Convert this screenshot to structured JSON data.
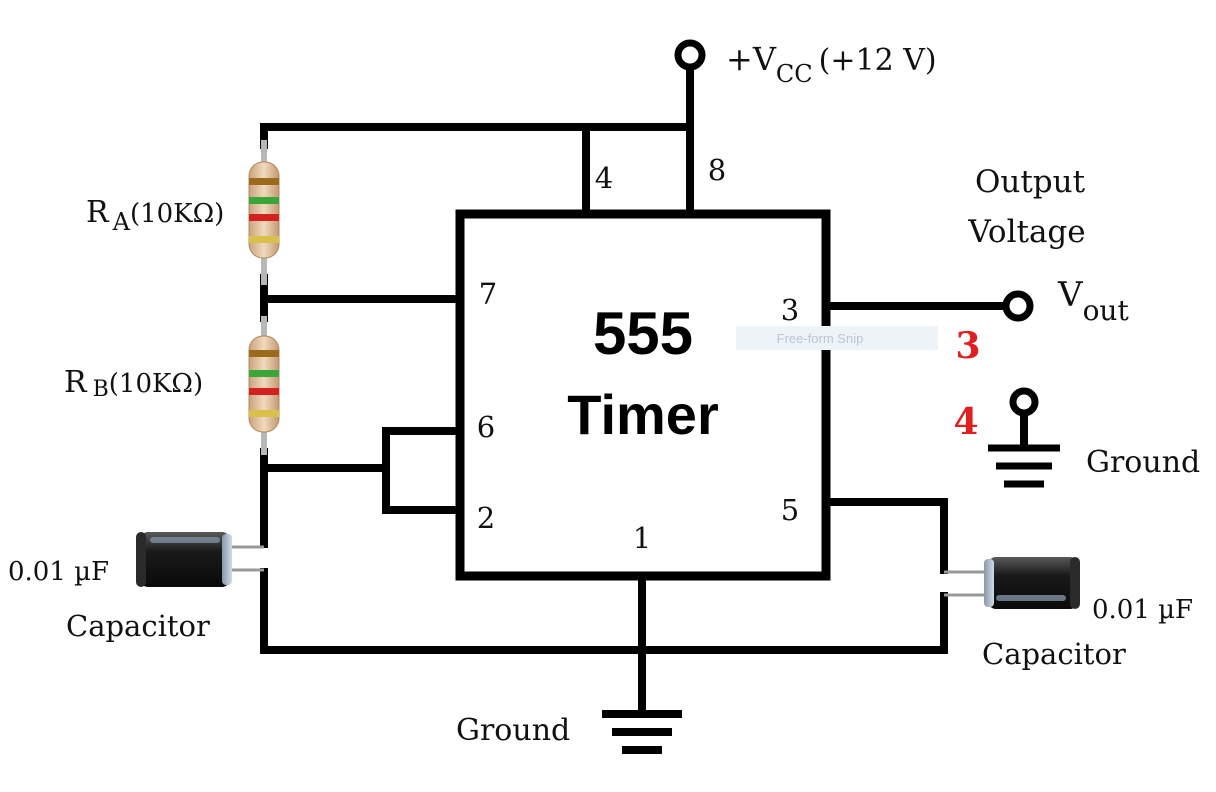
{
  "supply": {
    "prefix": "+V",
    "sub": "CC",
    "suffix": "(+12 V)"
  },
  "chip": {
    "line1": "555",
    "line2": "Timer"
  },
  "pins": {
    "p1": "1",
    "p2": "2",
    "p3": "3",
    "p4": "4",
    "p5": "5",
    "p6": "6",
    "p7": "7",
    "p8": "8"
  },
  "resistor_a": {
    "letter": "R",
    "sub": "A",
    "value": "(10KΩ)"
  },
  "resistor_b": {
    "letter": "R",
    "sub": "B",
    "value": "(10KΩ)"
  },
  "cap_left": {
    "value": "0.01 µF",
    "name": "Capacitor"
  },
  "cap_right": {
    "value": "0.01 µF",
    "name": "Capacitor"
  },
  "output": {
    "line1": "Output",
    "line2": "Voltage",
    "symbol": "V",
    "sub": "out"
  },
  "ground_bottom": "Ground",
  "ground_right": "Ground",
  "annotations": {
    "n3": "3",
    "n4": "4",
    "color": "#e02020"
  },
  "watermark": "Free-form Snip"
}
